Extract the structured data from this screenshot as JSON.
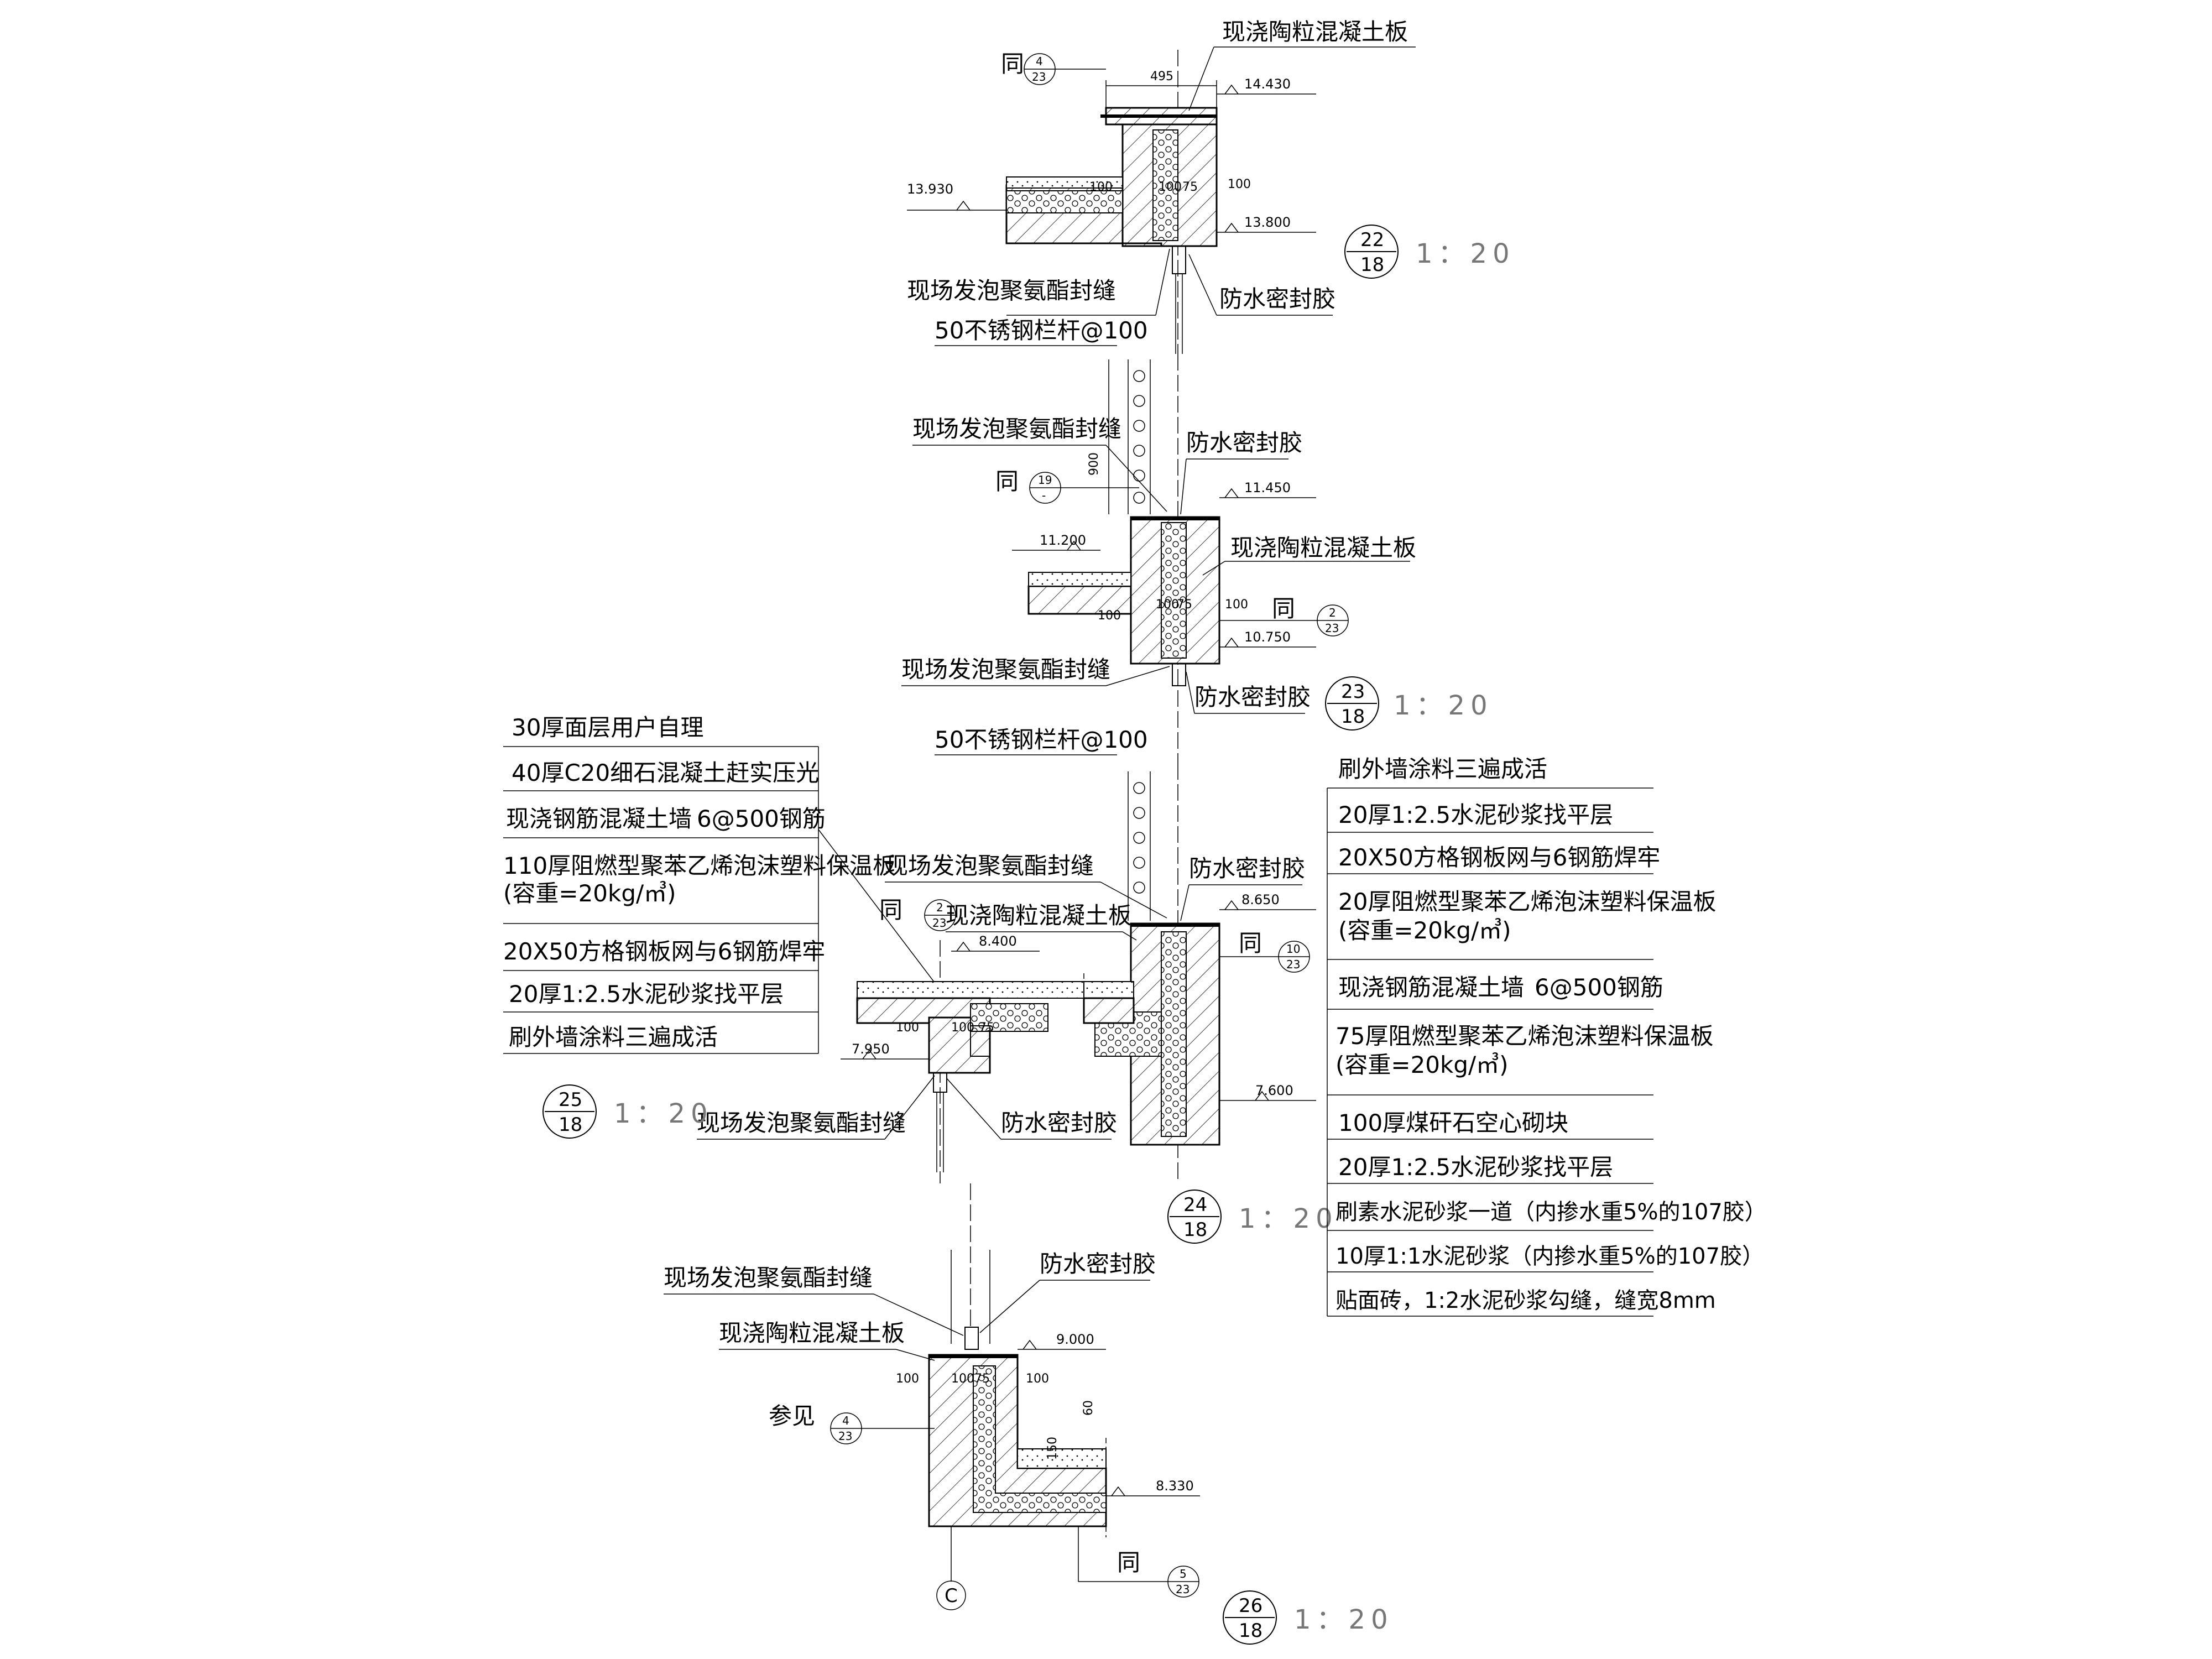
{
  "labels": {
    "d22_top_slab": "现浇陶粒混凝土板",
    "d22_ref_same": "同",
    "d22_foam_seal": "现场发泡聚氨酯封缝",
    "d22_waterproof": "防水密封胶",
    "d23_railing": "50不锈钢栏杆@100",
    "d23_foam_seal_top": "现场发泡聚氨酯封缝",
    "d23_waterproof_top": "防水密封胶",
    "d23_ref_same": "同",
    "d23_slab": "现浇陶粒混凝土板",
    "d23_ref_same_right": "同",
    "d23_foam_seal": "现场发泡聚氨酯封缝",
    "d23_waterproof": "防水密封胶",
    "d24_railing": "50不锈钢栏杆@100",
    "d24_foam_seal_top": "现场发泡聚氨酯封缝",
    "d24_waterproof_top": "防水密封胶",
    "d24_slab": "现浇陶粒混凝土板",
    "d24_ref_same_left": "同",
    "d24_ref_same_right": "同",
    "d25_foam_seal": "现场发泡聚氨酯封缝",
    "d25_waterproof": "防水密封胶",
    "d26_foam_seal": "现场发泡聚氨酯封缝",
    "d26_waterproof": "防水密封胶",
    "d26_slab": "现浇陶粒混凝土板",
    "d26_see": "参见",
    "d26_ref_same": "同",
    "axis": "C"
  },
  "legend_left": [
    "30厚面层用户自理",
    "40厚C20细石混凝土赶实压光",
    "现浇钢筋混凝土墙",
    "110厚阻燃型聚苯乙烯泡沫塑料保温板",
    "(容重=20kg/㎥)",
    "20X50方格钢板网与6钢筋焊牢",
    "20厚1:2.5水泥砂浆找平层",
    "刷外墙涂料三遍成活"
  ],
  "legend_left_overlap": "6@500钢筋",
  "legend_right": [
    "刷外墙涂料三遍成活",
    "20厚1:2.5水泥砂浆找平层",
    "20X50方格钢板网与6钢筋焊牢",
    "20厚阻燃型聚苯乙烯泡沫塑料保温板",
    "(容重=20kg/㎥)",
    "现浇钢筋混凝土墙",
    "75厚阻燃型聚苯乙烯泡沫塑料保温板",
    "(容重=20kg/㎥)",
    "100厚煤矸石空心砌块",
    "20厚1:2.5水泥砂浆找平层",
    "刷素水泥砂浆一道（内掺水重5%的107胶）",
    "10厚1:1水泥砂浆（内掺水重5%的107胶）",
    "贴面砖，1:2水泥砂浆勾缝，缝宽8mm"
  ],
  "legend_right_overlap": "6@500钢筋",
  "elevations": {
    "e14430": "14.430",
    "e13930": "13.930",
    "e13800": "13.800",
    "e11450": "11.450",
    "e11200": "11.200",
    "e10750": "10.750",
    "e8650": "8.650",
    "e8400": "8.400",
    "e7950": "7.950",
    "e7600": "7.600",
    "e9000": "9.000",
    "e8330": "8.330"
  },
  "dims": {
    "d495": "495",
    "d100a": "100",
    "d100b": "100",
    "d75a": "75",
    "d100c": "100",
    "d900": "900",
    "d100d": "100",
    "d100e": "100",
    "d75b": "75",
    "d100f": "100",
    "d100g": "100",
    "d75c": "75",
    "d100h": "100",
    "d100i": "100",
    "d100j": "100",
    "d75d": "75",
    "d100k": "100",
    "d60": "60",
    "d150": "150"
  },
  "refs": {
    "r4_23_top": {
      "num": "4",
      "den": "23"
    },
    "r19": {
      "num": "19",
      "den": "-"
    },
    "r2_23_a": {
      "num": "2",
      "den": "23"
    },
    "r2_23_b": {
      "num": "2",
      "den": "23"
    },
    "r10_23": {
      "num": "10",
      "den": "23"
    },
    "r4_23_bot": {
      "num": "4",
      "den": "23"
    },
    "r5_23": {
      "num": "5",
      "den": "23"
    }
  },
  "details": {
    "d22": {
      "num": "22",
      "den": "18",
      "scale": "1：20"
    },
    "d23": {
      "num": "23",
      "den": "18",
      "scale": "1：20"
    },
    "d24": {
      "num": "24",
      "den": "18",
      "scale": "1：20"
    },
    "d25": {
      "num": "25",
      "den": "18",
      "scale": "1：20"
    },
    "d26": {
      "num": "26",
      "den": "18",
      "scale": "1：20"
    }
  }
}
